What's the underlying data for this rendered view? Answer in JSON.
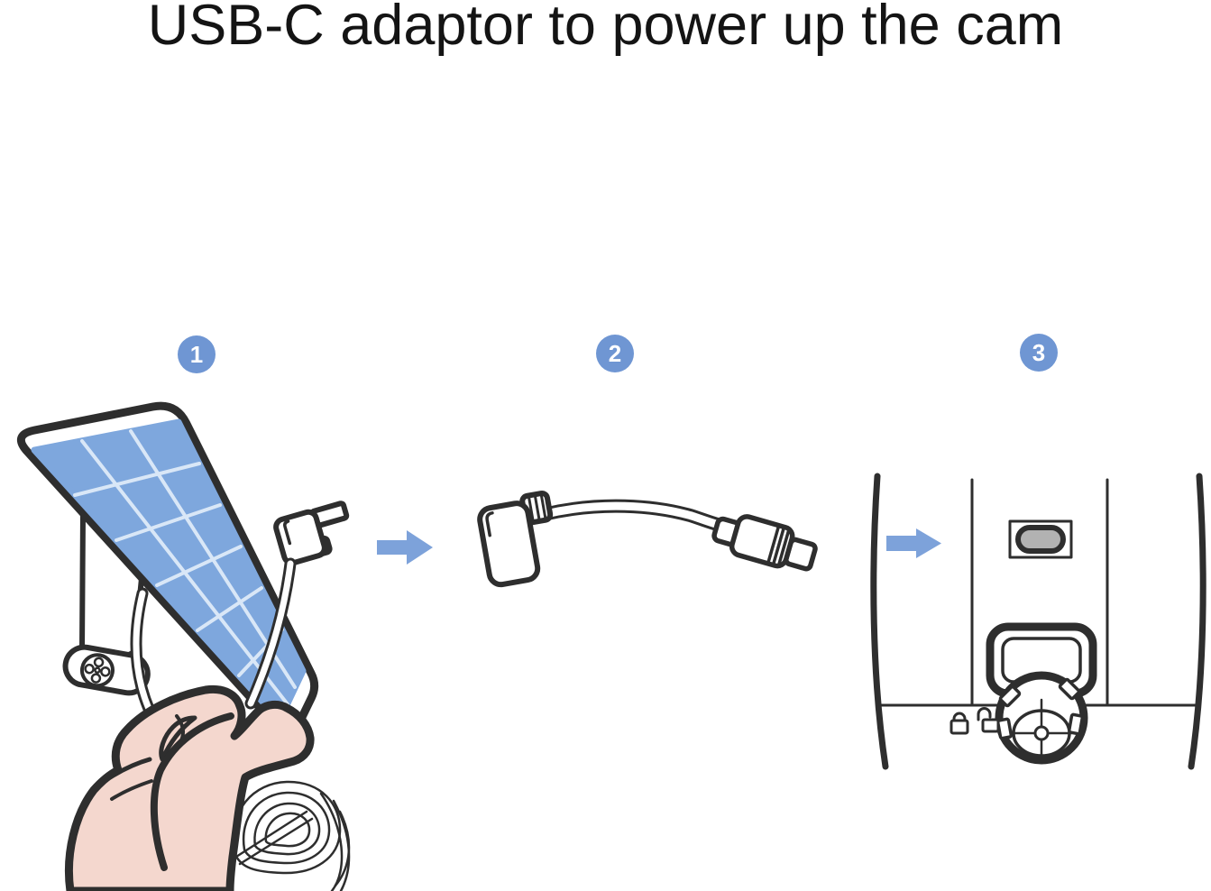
{
  "page": {
    "title": "USB-C adaptor to power up the cam"
  },
  "steps": [
    {
      "number": "1",
      "illustration": "solar-panel-with-cable-in-hand"
    },
    {
      "number": "2",
      "illustration": "usb-c-adaptor-cable"
    },
    {
      "number": "3",
      "illustration": "camera-underside-usb-c-port-and-mount"
    }
  ],
  "icons": {
    "arrow_between_steps": "right-arrow-icon",
    "arrow_to_port": "right-arrow-icon",
    "lock_closed": "closed-padlock-icon",
    "lock_open": "open-padlock-icon"
  },
  "colors": {
    "outline": "#2e2e2e",
    "panel_blue": "#7ea7dd",
    "panel_grid": "#d9e7f7",
    "skin": "#f4d7ce",
    "step_badge": "#6f96d3",
    "arrow": "#7da2da",
    "port_gray": "#b2b2b2",
    "title_color": "#141414"
  }
}
